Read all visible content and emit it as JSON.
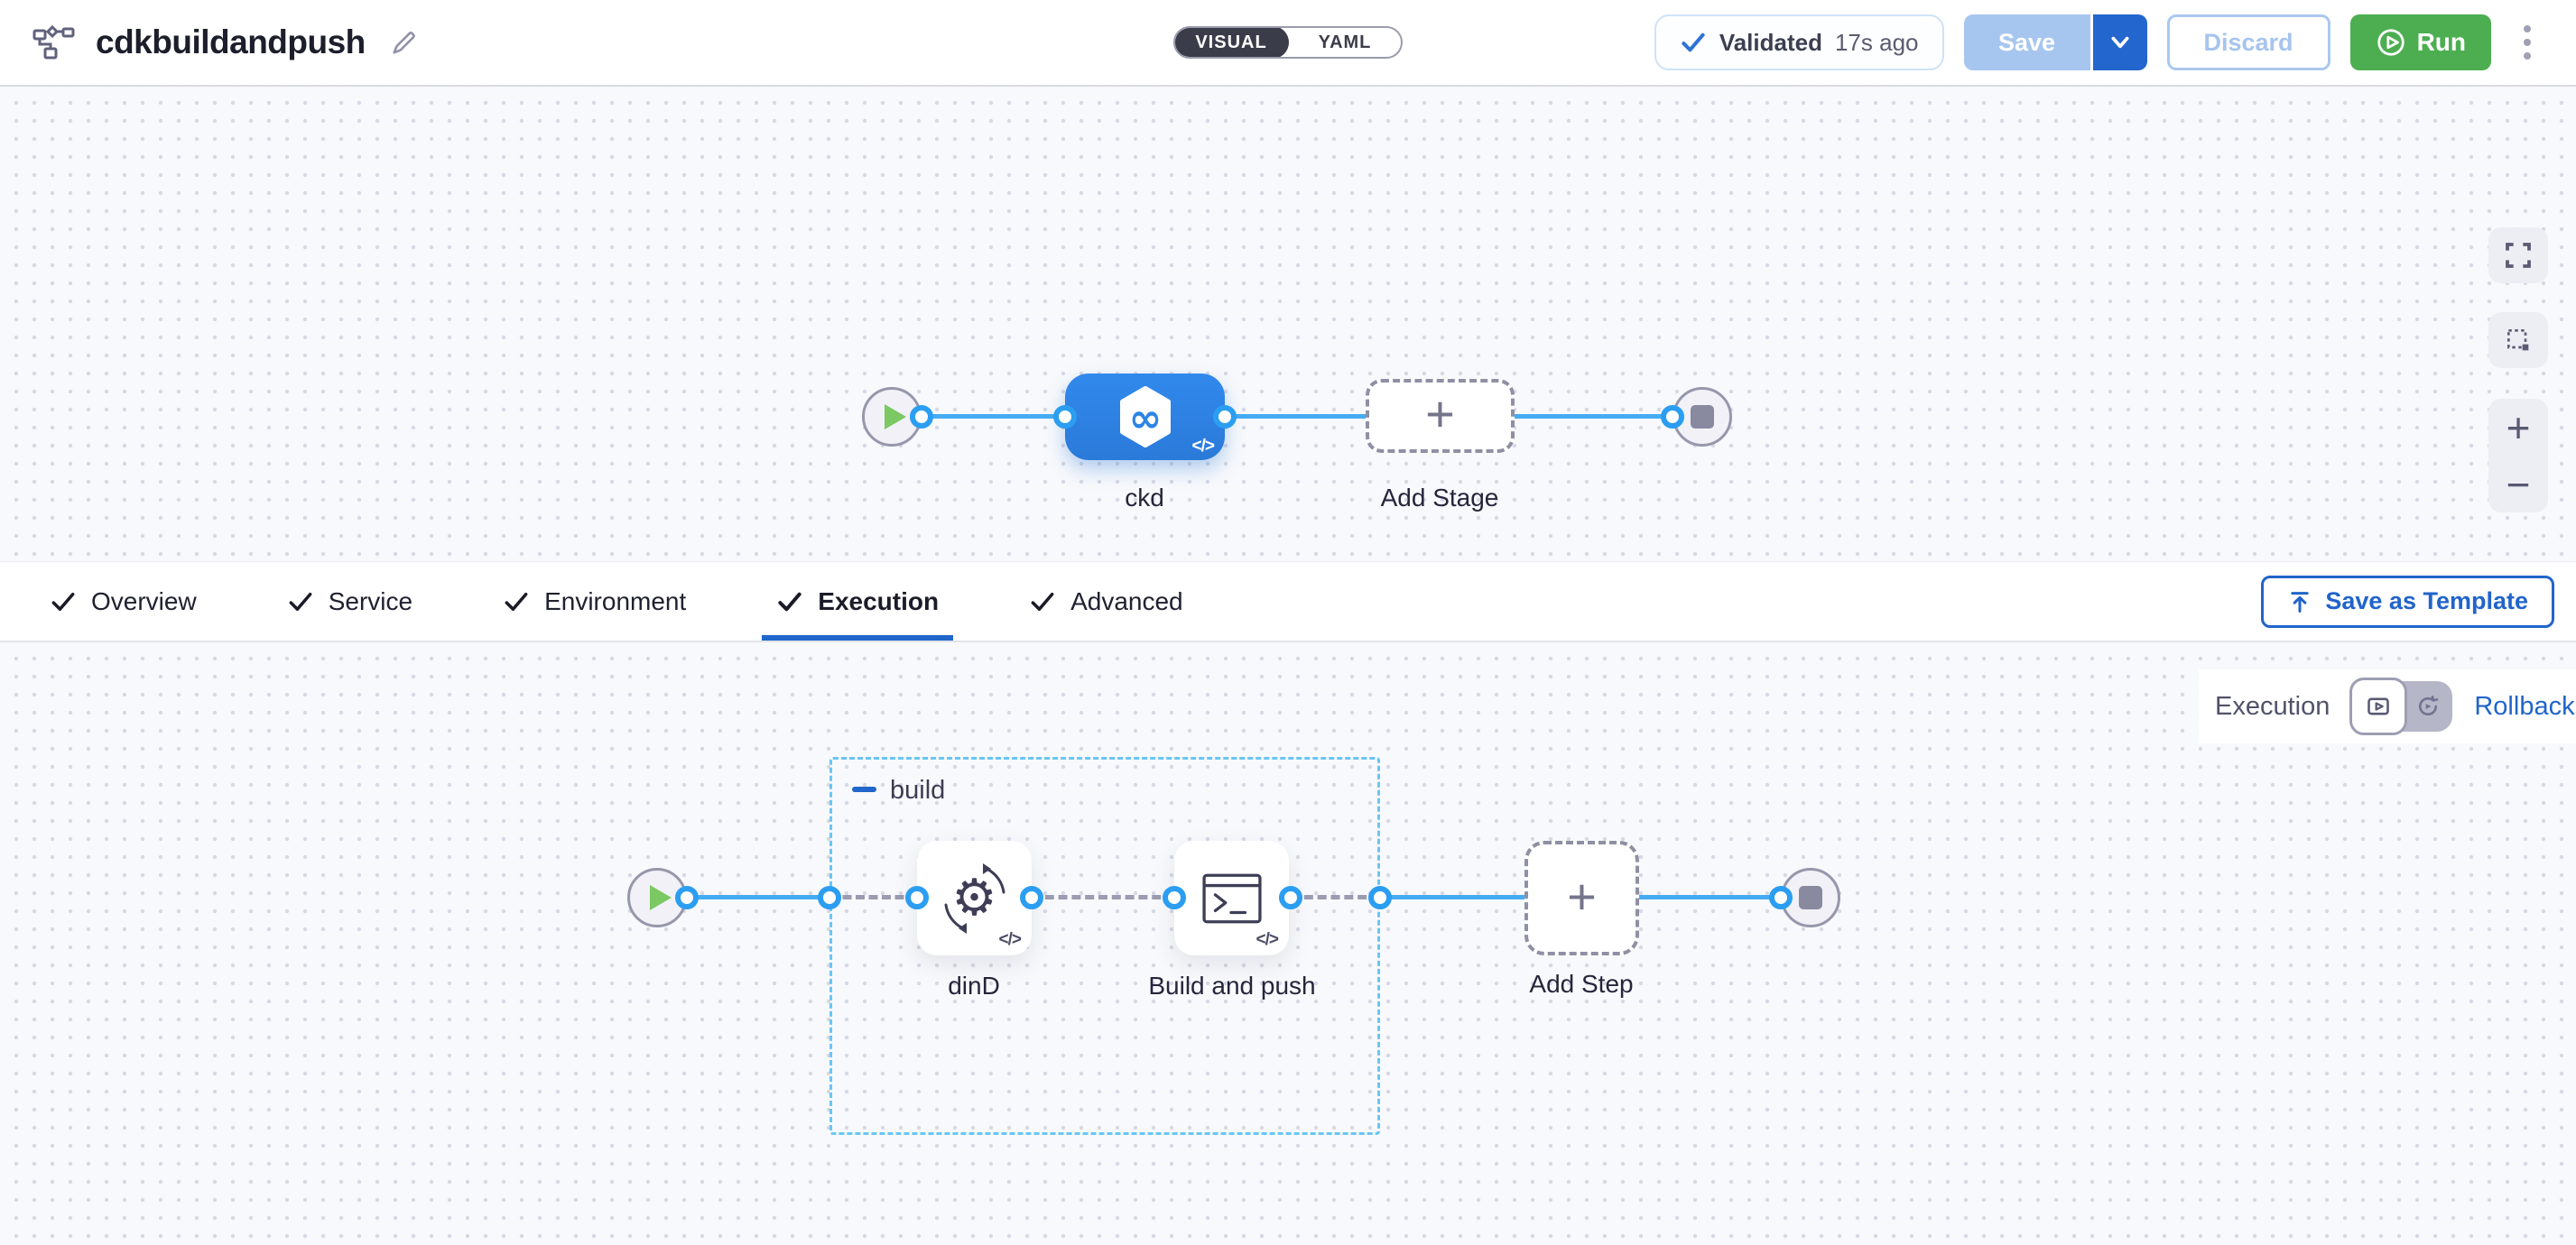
{
  "header": {
    "title": "cdkbuildandpush",
    "mode_toggle": {
      "visual": "VISUAL",
      "yaml": "YAML"
    },
    "validation": {
      "label": "Validated",
      "time": "17s ago"
    },
    "actions": {
      "save": "Save",
      "discard": "Discard",
      "run": "Run"
    }
  },
  "stage_pipeline": {
    "stage_label": "ckd",
    "add_stage_label": "Add Stage"
  },
  "tabs": {
    "items": [
      {
        "label": "Overview",
        "active": false
      },
      {
        "label": "Service",
        "active": false
      },
      {
        "label": "Environment",
        "active": false
      },
      {
        "label": "Execution",
        "active": true
      },
      {
        "label": "Advanced",
        "active": false
      }
    ],
    "save_as_template": "Save as Template"
  },
  "execution": {
    "mode_label": "Execution",
    "rollback_label": "Rollback",
    "group_label": "build",
    "steps": [
      {
        "label": "dinD",
        "icon": "docker-dind-icon"
      },
      {
        "label": "Build and push",
        "icon": "terminal-icon"
      }
    ],
    "add_step_label": "Add Step"
  },
  "icons": {
    "plus_glyph": "+",
    "minus_glyph": "−",
    "code_glyph": "</>",
    "infinity_glyph": "∞",
    "gear_glyph": "⚙"
  },
  "colors": {
    "primary_blue": "#2066cb",
    "stage_node_blue": "#2d84e4",
    "connector_blue": "#45acf4",
    "connector_dot_blue": "#2b9ef1",
    "run_green": "#4cae51",
    "save_disabled_blue": "#a7c6ef",
    "save_caret_blue": "#2366cd",
    "group_border_blue": "#69c6f3",
    "canvas_background": "#f8f9fc",
    "canvas_dot": "#d7d8e4",
    "toggle_dark": "#3b3c4a",
    "start_play_green": "#7cc862"
  }
}
